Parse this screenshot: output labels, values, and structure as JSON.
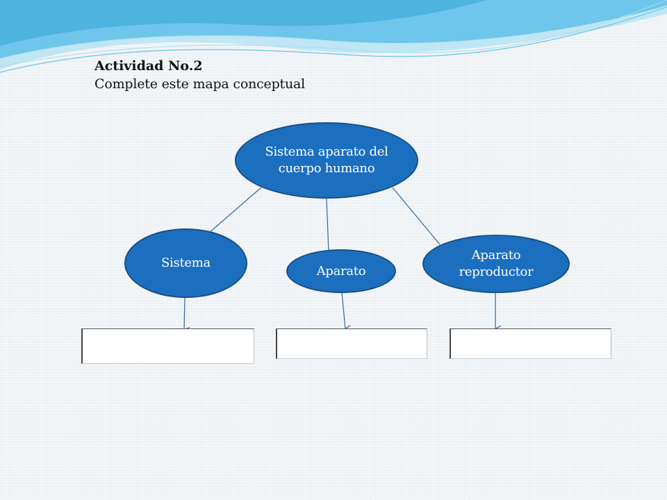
{
  "activity": {
    "title": "Actividad No.2",
    "instruction": "Complete este mapa conceptual"
  },
  "concept_map": {
    "root": {
      "label": "Sistema aparato del cuerpo humano"
    },
    "children": [
      {
        "label": "Sistema"
      },
      {
        "label": "Aparato"
      },
      {
        "label": "Aparato reproductor"
      }
    ],
    "answer_boxes": [
      {
        "value": ""
      },
      {
        "value": ""
      },
      {
        "value": ""
      }
    ]
  },
  "colors": {
    "node_fill": "#1c6fbf",
    "node_border": "#174f86",
    "connector": "#3a6ea5",
    "wave_dark": "#4fb3e0",
    "wave_light": "#bfe6f5"
  }
}
